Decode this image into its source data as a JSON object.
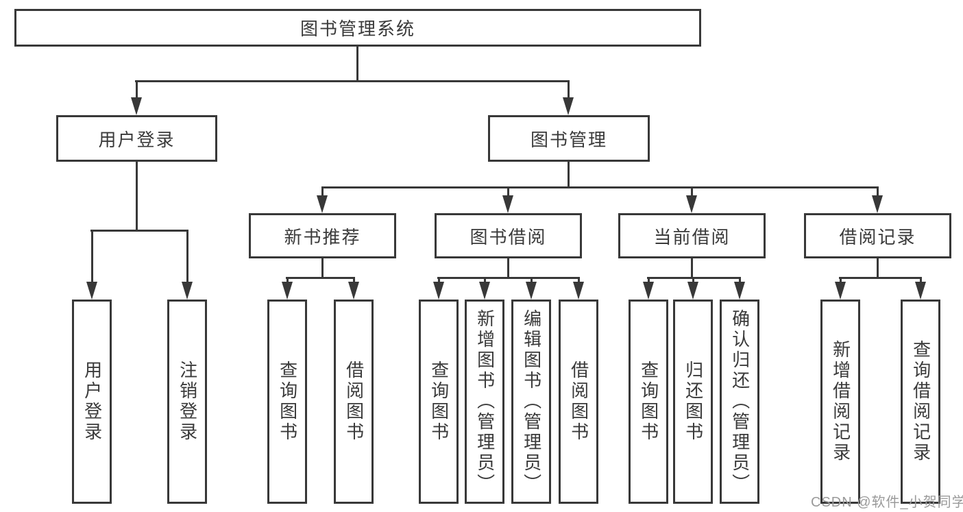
{
  "diagram": {
    "root": {
      "label": "图书管理系统"
    },
    "branches": [
      {
        "label": "用户登录",
        "leaves": [
          "用户登录",
          "注销登录"
        ]
      },
      {
        "label": "图书管理",
        "groups": [
          {
            "label": "新书推荐",
            "leaves": [
              "查询图书",
              "借阅图书"
            ]
          },
          {
            "label": "图书借阅",
            "leaves": [
              "查询图书",
              "新增图书（管理员）",
              "编辑图书（管理员）",
              "借阅图书"
            ]
          },
          {
            "label": "当前借阅",
            "leaves": [
              "查询图书",
              "归还图书",
              "确认归还（管理员）"
            ]
          },
          {
            "label": "借阅记录",
            "leaves": [
              "新增借阅记录",
              "查询借阅记录"
            ]
          }
        ]
      }
    ],
    "watermark": "CSDN @软件_小贺同学",
    "colors": {
      "line": "#383838",
      "text": "#3a3a3a",
      "background": "#ffffff",
      "watermark": "#9a9a9a"
    }
  }
}
